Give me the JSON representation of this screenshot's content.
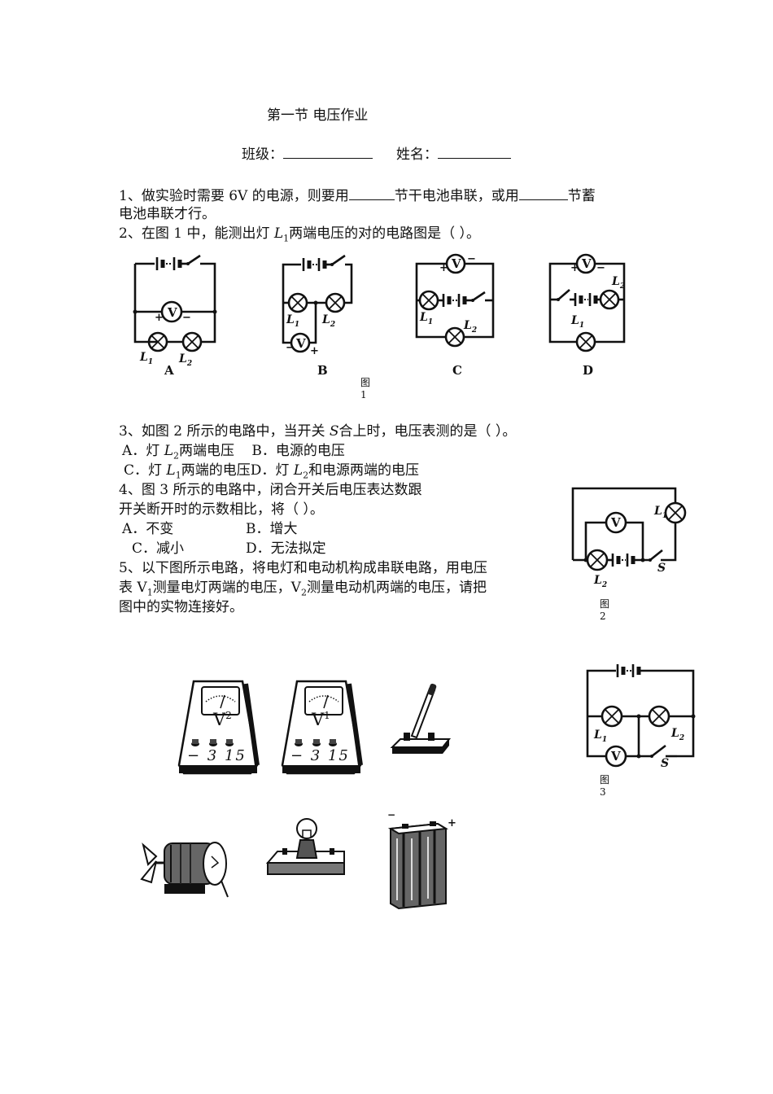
{
  "title": "第一节  电压作业",
  "header": {
    "class_label": "班级：",
    "name_label": "姓名："
  },
  "q1": {
    "part1": "1、做实验时需要 6V 的电源，则要用",
    "part2": "节干电池串联，或用",
    "part3": "节蓄",
    "line2": "电池串联才行。"
  },
  "q2": {
    "pre": "2、在图 1 中，能测出灯 ",
    "var": "L",
    "sub": "1",
    "post": "两端电压的对的电路图是（      ）。"
  },
  "fig1": {
    "caption": "图 1",
    "options": [
      "A",
      "B",
      "C",
      "D"
    ]
  },
  "q3": {
    "pre": "3、如图 2 所示的电路中，当开关 ",
    "var": "S",
    "post": "合上时，电压表测的是（      ）。",
    "optA": "A．灯 ",
    "optA_var": "L",
    "optA_sub": "2",
    "optA_post": "两端电压",
    "optB": "B．电源的电压",
    "optC": "C．灯 ",
    "optC_var": "L",
    "optC_sub": "1",
    "optC_post": "两端的电压",
    "optD": "D．灯 ",
    "optD_var": "L",
    "optD_sub": "2",
    "optD_post": "和电源两端的电压"
  },
  "q4": {
    "line1": "4、图 3 所示的电路中，闭合开关后电压表达数跟",
    "line2": "开关断开时的示数相比，将（      ）。",
    "optA": "A．不变",
    "optB": "B．增大",
    "optC": "C．减小",
    "optD": "D．无法拟定"
  },
  "q5": {
    "line1": "5、以下图所示电路，将电灯和电动机构成串联电路，用电压",
    "line2_a": "表 V",
    "line2_sub1": "1",
    "line2_b": "测量电灯两端的电压，V",
    "line2_sub2": "2",
    "line2_c": "测量电动机两端的电压，请把",
    "line3": "图中的实物连接好。"
  },
  "fig2": {
    "caption": "图 2"
  },
  "fig3": {
    "caption": "图 3"
  },
  "symbols": {
    "V": "V",
    "L": "L",
    "S": "S",
    "one": "1",
    "two": "2",
    "plus": "+",
    "minus": "−"
  },
  "meters": [
    {
      "label": "V",
      "sup": "2",
      "scale": "− 3 15"
    },
    {
      "label": "V",
      "sup": "1",
      "scale": "− 3 15"
    }
  ],
  "battery_terms": {
    "minus": "−",
    "plus": "+"
  }
}
